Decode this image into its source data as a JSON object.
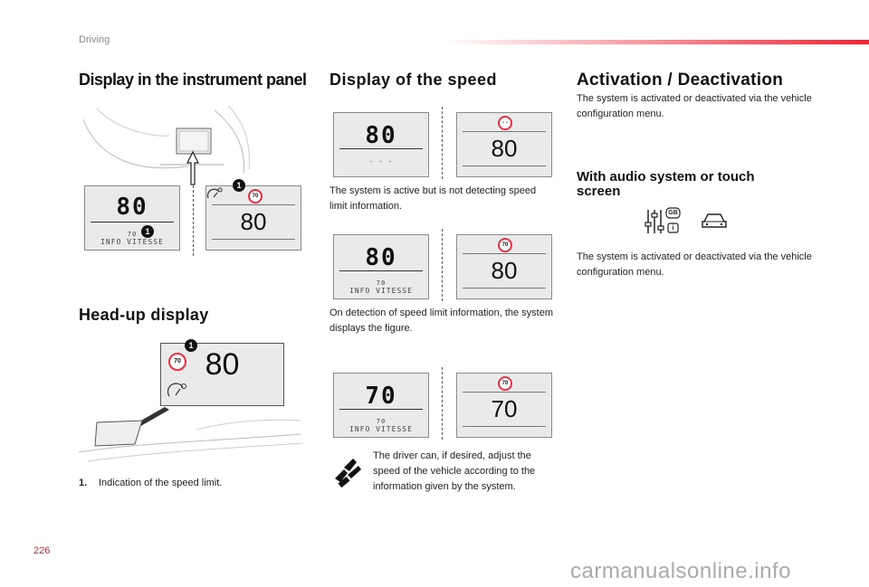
{
  "header": {
    "section": "Driving"
  },
  "page_number": "226",
  "watermark": "carmanualsonline.info",
  "col1": {
    "title": "Display in the instrument panel",
    "cluster": {
      "speed": "80",
      "limit": "70",
      "info": "INFO VITESSE",
      "right_speed": "80",
      "sign": "70",
      "callout": "1"
    },
    "hud_title": "Head-up display",
    "hud": {
      "speed": "80",
      "sign": "70",
      "callout": "1"
    },
    "legend_num": "1.",
    "legend_text": "Indication of the speed limit."
  },
  "col2": {
    "title": "Display of the speed",
    "row1": {
      "left_speed": "80",
      "left_sub": "- - -",
      "right_sign": "- -",
      "right_speed": "80"
    },
    "row1_text": "The system is active but is not detecting speed limit information.",
    "row2": {
      "left_speed": "80",
      "left_limit": "70",
      "left_info": "INFO VITESSE",
      "right_sign": "70",
      "right_speed": "80"
    },
    "row2_text": "On detection of speed limit information, the system displays the figure.",
    "row3": {
      "left_speed": "70",
      "left_limit": "70",
      "left_info": "INFO VITESSE",
      "right_sign": "70",
      "right_speed": "70"
    },
    "driver_text": "The driver can, if desired, adjust the speed of the vehicle according to the information given by the system.",
    "icons": {
      "driver": "hand-icon"
    }
  },
  "col3": {
    "title": "Activation / Deactivation",
    "text1": "The system is activated or deactivated via the vehicle configuration menu.",
    "subtitle": "With audio system or touch screen",
    "icons": {
      "settings": "settings-sliders-icon",
      "car": "car-icon"
    },
    "settings_badge_top": "GB",
    "settings_badge_bottom": "i",
    "text2": "The system is activated or deactivated via the vehicle configuration menu."
  },
  "colors": {
    "accent": "#e52838",
    "sign_ring": "#e53041"
  }
}
